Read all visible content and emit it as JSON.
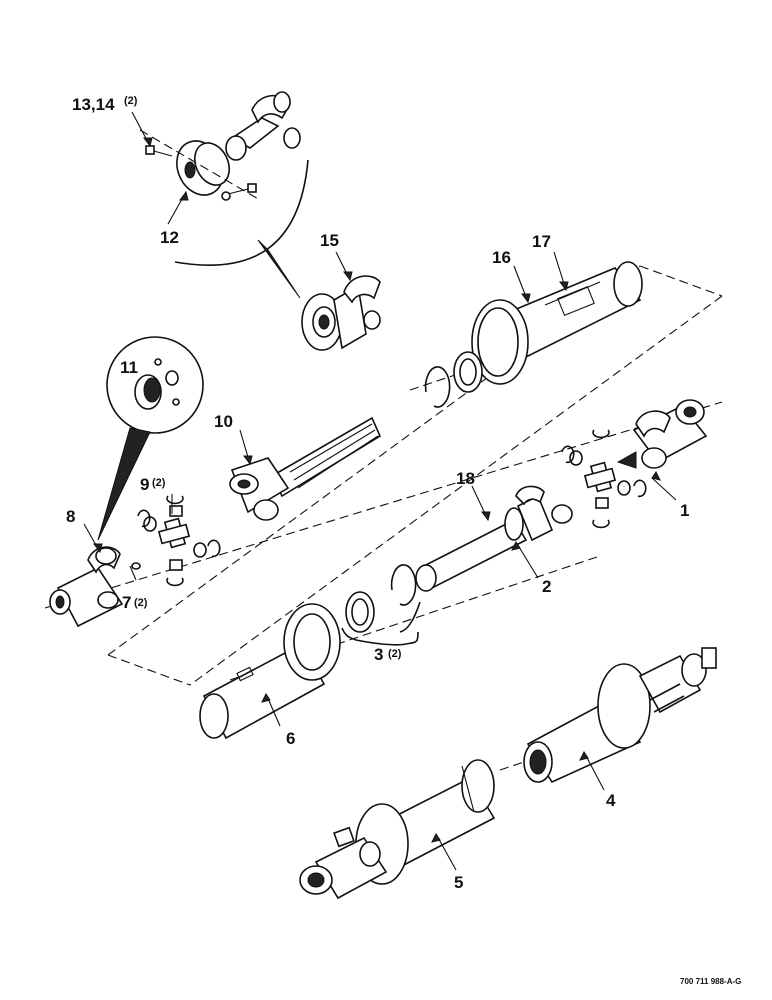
{
  "drawing_code": "700 711 988-A-G",
  "callouts": [
    {
      "id": "c1",
      "number": "1",
      "qty": ""
    },
    {
      "id": "c2",
      "number": "2",
      "qty": ""
    },
    {
      "id": "c3",
      "number": "3",
      "qty": "(2)"
    },
    {
      "id": "c4",
      "number": "4",
      "qty": ""
    },
    {
      "id": "c5",
      "number": "5",
      "qty": ""
    },
    {
      "id": "c6",
      "number": "6",
      "qty": ""
    },
    {
      "id": "c7",
      "number": "7",
      "qty": "(2)"
    },
    {
      "id": "c8",
      "number": "8",
      "qty": ""
    },
    {
      "id": "c9",
      "number": "9",
      "qty": "(2)"
    },
    {
      "id": "c10",
      "number": "10",
      "qty": ""
    },
    {
      "id": "c11",
      "number": "11",
      "qty": ""
    },
    {
      "id": "c12",
      "number": "12",
      "qty": ""
    },
    {
      "id": "c13",
      "number": "13,14",
      "qty": "(2)"
    },
    {
      "id": "c15",
      "number": "15",
      "qty": ""
    },
    {
      "id": "c16",
      "number": "16",
      "qty": ""
    },
    {
      "id": "c17",
      "number": "17",
      "qty": ""
    },
    {
      "id": "c18",
      "number": "18",
      "qty": ""
    }
  ]
}
